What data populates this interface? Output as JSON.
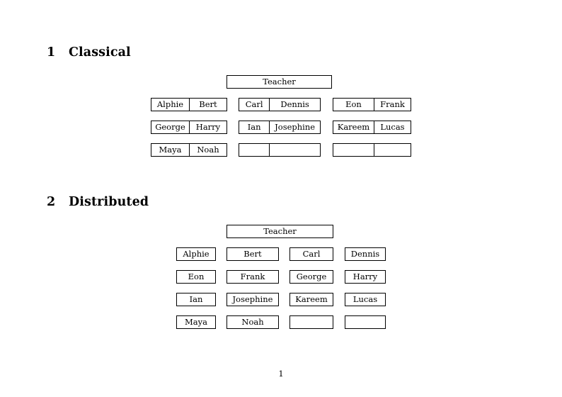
{
  "document": {
    "page_number": "1",
    "background_color": "#ffffff",
    "text_color": "#000000",
    "border_color": "#000000"
  },
  "sections": [
    {
      "number": "1",
      "title": "Classical",
      "teacher_label": "Teacher",
      "layout": "grouped-pairs",
      "groups": [
        {
          "rows": [
            [
              "Alphie",
              "Bert"
            ],
            [
              "George",
              "Harry"
            ],
            [
              "Maya",
              "Noah"
            ]
          ]
        },
        {
          "rows": [
            [
              "Carl",
              "Dennis"
            ],
            [
              "Ian",
              "Josephine"
            ],
            [
              "",
              ""
            ]
          ]
        },
        {
          "rows": [
            [
              "Eon",
              "Frank"
            ],
            [
              "Kareem",
              "Lucas"
            ],
            [
              "",
              ""
            ]
          ]
        }
      ]
    },
    {
      "number": "2",
      "title": "Distributed",
      "teacher_label": "Teacher",
      "layout": "individual-boxes",
      "rows": [
        [
          "Alphie",
          "Bert",
          "Carl",
          "Dennis"
        ],
        [
          "Eon",
          "Frank",
          "George",
          "Harry"
        ],
        [
          "Ian",
          "Josephine",
          "Kareem",
          "Lucas"
        ],
        [
          "Maya",
          "Noah",
          "",
          ""
        ]
      ]
    }
  ]
}
